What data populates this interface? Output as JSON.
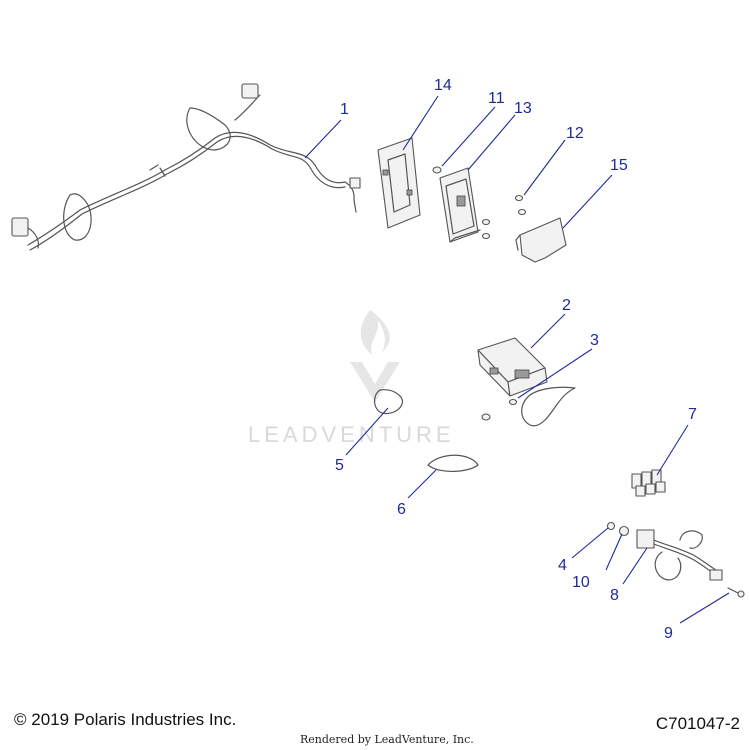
{
  "watermark": {
    "brand": "LEADVENTURE"
  },
  "callouts": [
    {
      "id": "1",
      "label": "1"
    },
    {
      "id": "2",
      "label": "2"
    },
    {
      "id": "3",
      "label": "3"
    },
    {
      "id": "4",
      "label": "4"
    },
    {
      "id": "5",
      "label": "5"
    },
    {
      "id": "6",
      "label": "6"
    },
    {
      "id": "7",
      "label": "7"
    },
    {
      "id": "8",
      "label": "8"
    },
    {
      "id": "9",
      "label": "9"
    },
    {
      "id": "10",
      "label": "10"
    },
    {
      "id": "11",
      "label": "11"
    },
    {
      "id": "12",
      "label": "12"
    },
    {
      "id": "13",
      "label": "13"
    },
    {
      "id": "14",
      "label": "14"
    },
    {
      "id": "15",
      "label": "15"
    }
  ],
  "footer": {
    "copyright": "© 2019 Polaris Industries Inc.",
    "diagram_code": "C701047-2",
    "rendered_by": "Rendered by LeadVenture, Inc."
  },
  "colors": {
    "callout": "#1f2a9a",
    "line_art": "#555555",
    "watermark": "#d9d9d9"
  }
}
